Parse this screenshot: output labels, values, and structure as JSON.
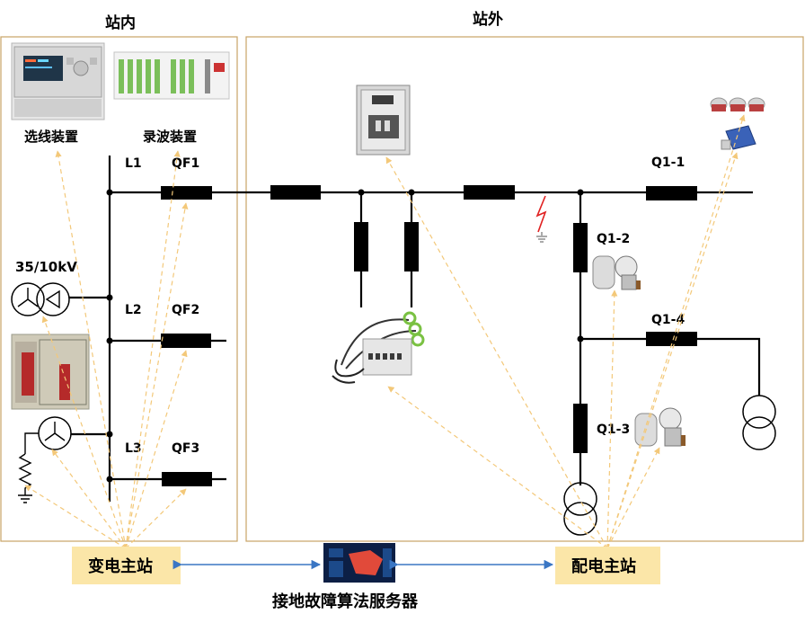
{
  "sections": {
    "inside_label": "站内",
    "outside_label": "站外"
  },
  "devices": {
    "line_selection": "选线装置",
    "recorder": "录波装置"
  },
  "inside_lines": {
    "l1": "L1",
    "qf1": "QF1",
    "l2": "L2",
    "qf2": "QF2",
    "l3": "L3",
    "qf3": "QF3"
  },
  "transformer_voltage": "35/10kV",
  "outside_switches": {
    "q1_1": "Q1-1",
    "q1_2": "Q1-2",
    "q1_3": "Q1-3",
    "q1_4": "Q1-4"
  },
  "stations": {
    "substation_master": "变电主站",
    "distribution_master": "配电主站"
  },
  "server_label": "接地故障算法服务器",
  "colors": {
    "frame": "#c8a366",
    "dash": "#f3c879",
    "station_fill": "#fbe6a8",
    "arrow": "#3a76c4",
    "fault": "#e02020"
  }
}
